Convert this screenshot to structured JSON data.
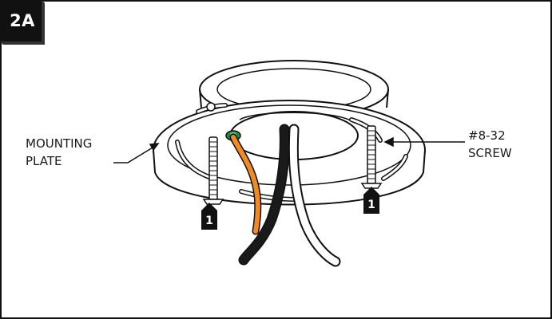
{
  "step": {
    "label": "2A"
  },
  "labels": {
    "mounting_plate_line1": "MOUNTING",
    "mounting_plate_line2": "PLATE",
    "screw_line1": "#8-32",
    "screw_line2": "SCREW"
  },
  "callouts": [
    {
      "number": "1"
    },
    {
      "number": "1"
    }
  ],
  "colors": {
    "border": "#111111",
    "badge": "#111111",
    "ground_wire": "#f08a24",
    "ground_screw": "#1f8a3a",
    "black_wire": "#1a1a1a",
    "white_wire": "#ffffff"
  }
}
